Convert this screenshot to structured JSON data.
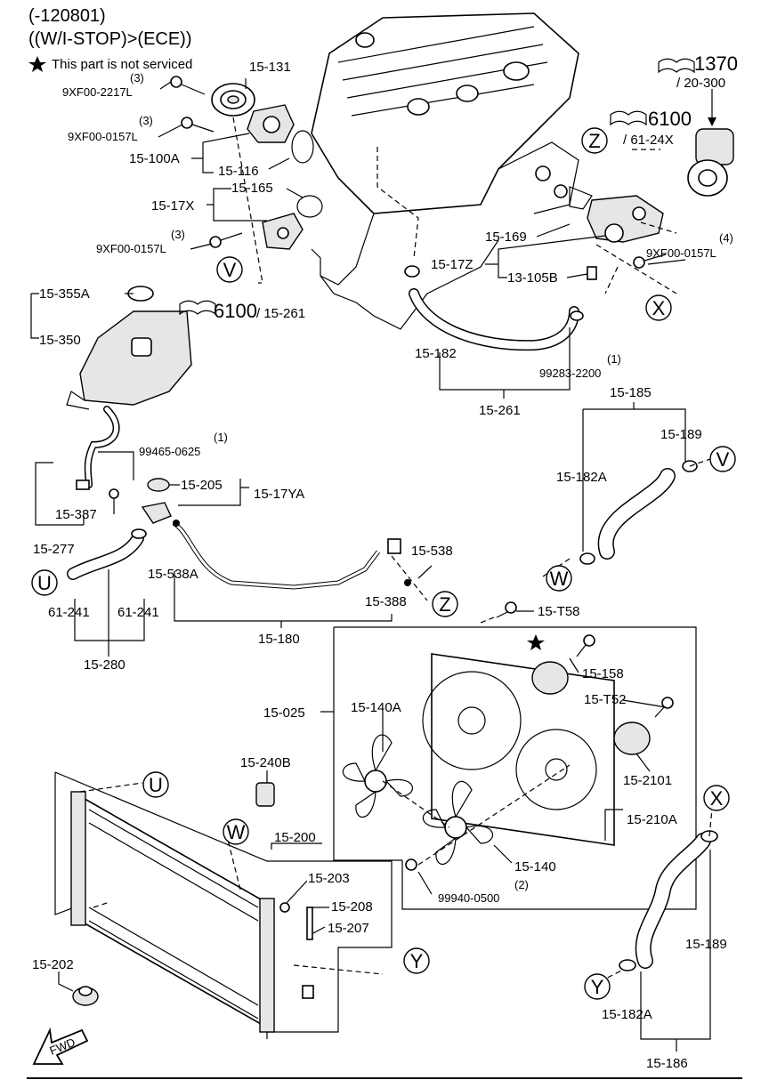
{
  "header": {
    "line1": "(-120801)",
    "line2": "((W/I-STOP)>(ECE))",
    "note": "This part is not serviced"
  },
  "labels": {
    "p15_131": "15-131",
    "q3a": "(3)",
    "b9XF00_2217L": "9XF00-2217L",
    "q3b": "(3)",
    "b9XF00_0157L_a": "9XF00-0157L",
    "p15_100A": "15-100A",
    "p15_116": "15-116",
    "p15_165": "15-165",
    "p15_17X": "15-17X",
    "q3c": "(3)",
    "b9XF00_0157L_b": "9XF00-0157L",
    "ref1370": "1370",
    "ref20_300": "/ 20-300",
    "ref6100a": "6100",
    "ref61_24X": "/ 61-24X",
    "p15_169": "15-169",
    "q4": "(4)",
    "b9XF00_0157L_c": "9XF00-0157L",
    "p15_17Z": "15-17Z",
    "p13_105B": "13-105B",
    "ref6100b": "6100",
    "ref15_261a": "/ 15-261",
    "p15_355A": "15-355A",
    "p15_350": "15-350",
    "p15_182": "15-182",
    "q1a": "(1)",
    "b99283_2200": "99283-2200",
    "p15_261": "15-261",
    "p15_185": "15-185",
    "p15_189a": "15-189",
    "q1b": "(1)",
    "b99465_0625": "99465-0625",
    "p15_205": "15-205",
    "p15_17YA": "15-17YA",
    "p15_182A_a": "15-182A",
    "p15_387": "15-387",
    "p15_277": "15-277",
    "p15_538": "15-538",
    "p15_538A": "15-538A",
    "p15_388": "15-388",
    "ref61_241a": "61-241",
    "ref61_241b": "61-241",
    "p15_180": "15-180",
    "p15_280": "15-280",
    "p15_T58": "15-T58",
    "p15_158": "15-158",
    "p15_025": "15-025",
    "p15_140A": "15-140A",
    "p15_T52": "15-T52",
    "p15_2101": "15-2101",
    "p15_240B": "15-240B",
    "p15_200": "15-200",
    "p15_210A": "15-210A",
    "p15_140": "15-140",
    "q2": "(2)",
    "b99940_0500": "99940-0500",
    "p15_203": "15-203",
    "p15_208": "15-208",
    "p15_207": "15-207",
    "p15_202": "15-202",
    "p15_189b": "15-189",
    "p15_182A_b": "15-182A",
    "p15_186": "15-186",
    "fwd": "FWD"
  },
  "callouts": {
    "Z1": "Z",
    "V1": "V",
    "X1": "X",
    "V2": "V",
    "W1": "W",
    "U1": "U",
    "Z2": "Z",
    "U2": "U",
    "W2": "W",
    "X2": "X",
    "Y1": "Y",
    "Y2": "Y"
  },
  "icons": [
    "star-icon",
    "book-reference-icon",
    "fwd-arrow-icon"
  ]
}
